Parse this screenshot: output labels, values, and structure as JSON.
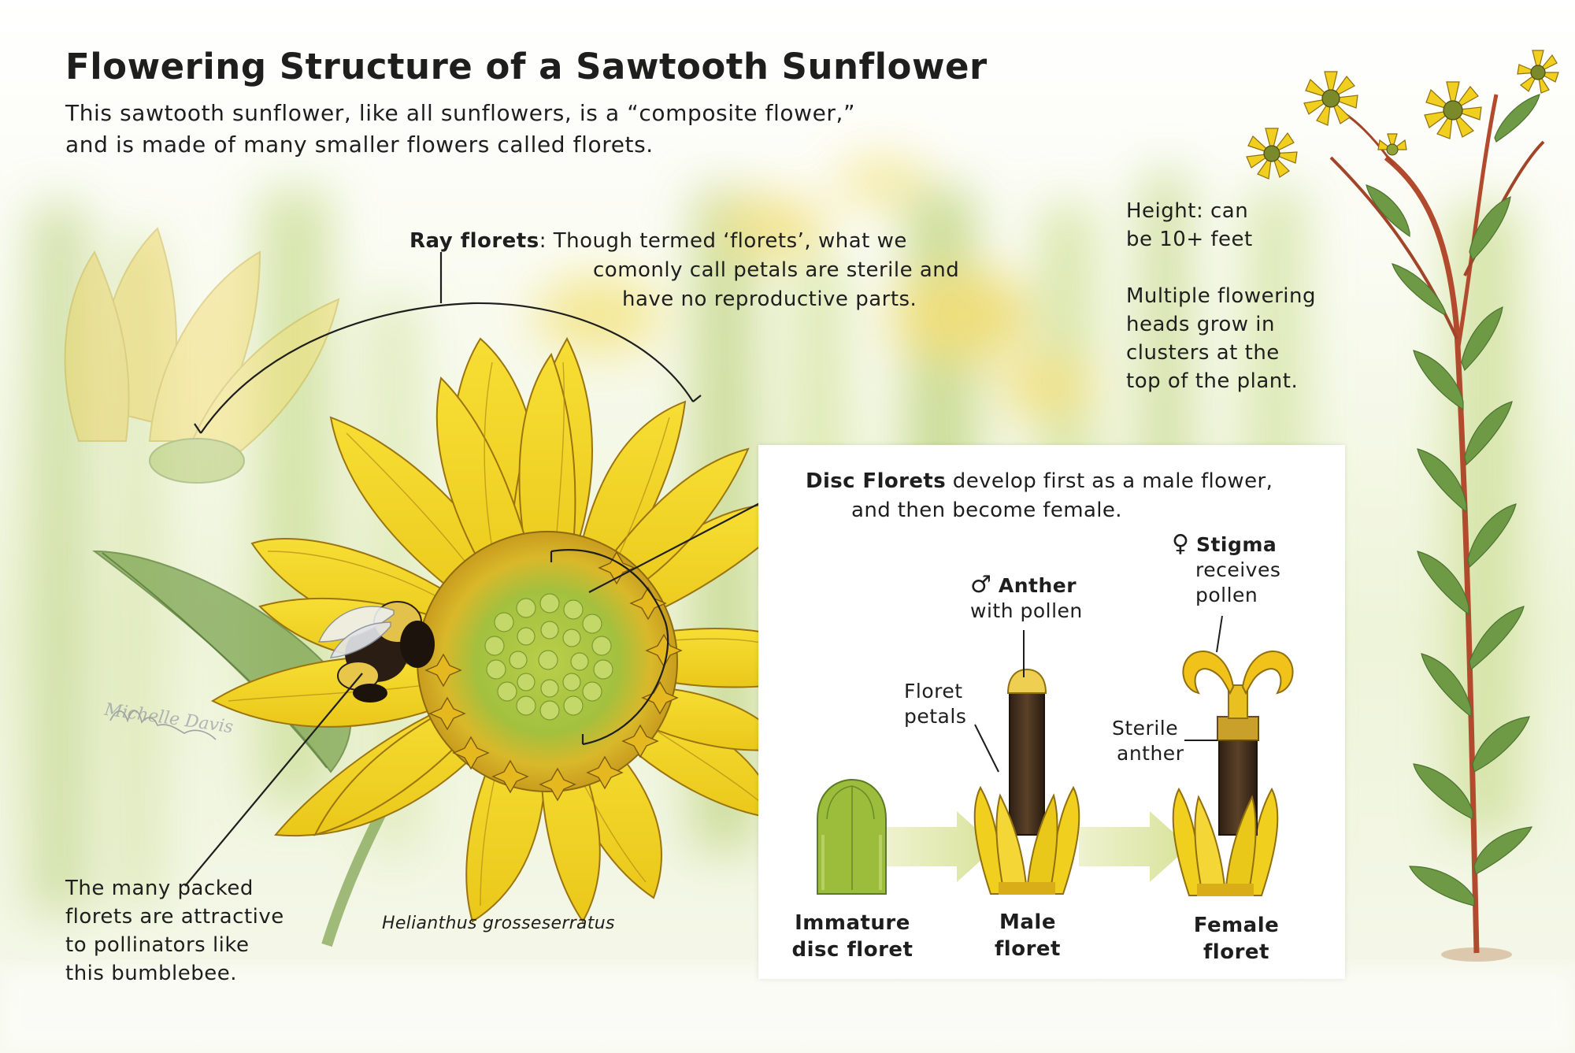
{
  "title": "Flowering Structure of a Sawtooth Sunflower",
  "intro": {
    "line1": "This sawtooth sunflower, like all sunflowers, is a “composite flower,”",
    "line2": "and is made of many smaller flowers called florets."
  },
  "ray_florets": {
    "term": "Ray florets",
    "line1": ": Though termed ‘florets’, what we",
    "line2": "comonly call petals are sterile and",
    "line3": "have no reproductive parts."
  },
  "height_note": {
    "line1": "Height: can",
    "line2": "be 10+ feet"
  },
  "clusters_note": {
    "line1": "Multiple flowering",
    "line2": "heads grow in",
    "line3": "clusters at the",
    "line4": "top of the plant."
  },
  "pollinator_note": {
    "line1": "The many packed",
    "line2": "florets are attractive",
    "line3": "to pollinators like",
    "line4": "this bumblebee."
  },
  "scientific_name": "Helianthus grosseserratus",
  "disc_florets": {
    "term": "Disc Florets",
    "line1": " develop first as a male flower,",
    "line2": "and then become female."
  },
  "anther": {
    "symbol": "♂",
    "term": "Anther",
    "sub": "with pollen"
  },
  "stigma": {
    "symbol": "♀",
    "term": "Stigma",
    "sub1": "receives",
    "sub2": "pollen"
  },
  "floret_petals": {
    "line1": "Floret",
    "line2": "petals"
  },
  "sterile_anther": {
    "line1": "Sterile",
    "line2": "anther"
  },
  "stages": {
    "immature": {
      "line1": "Immature",
      "line2": "disc floret"
    },
    "male": {
      "line1": "Male",
      "line2": "floret"
    },
    "female": {
      "line1": "Female",
      "line2": "floret"
    }
  },
  "signature": "Michelle Davis",
  "colors": {
    "petal_yellow": "#f2d320",
    "petal_outline": "#a07a10",
    "disc_green": "#9cbd3c",
    "stem_red": "#b24a2e",
    "leaf_green": "#6a9a45",
    "floret_brown": "#4a3420",
    "arrow_green": "#dfe7a8"
  }
}
